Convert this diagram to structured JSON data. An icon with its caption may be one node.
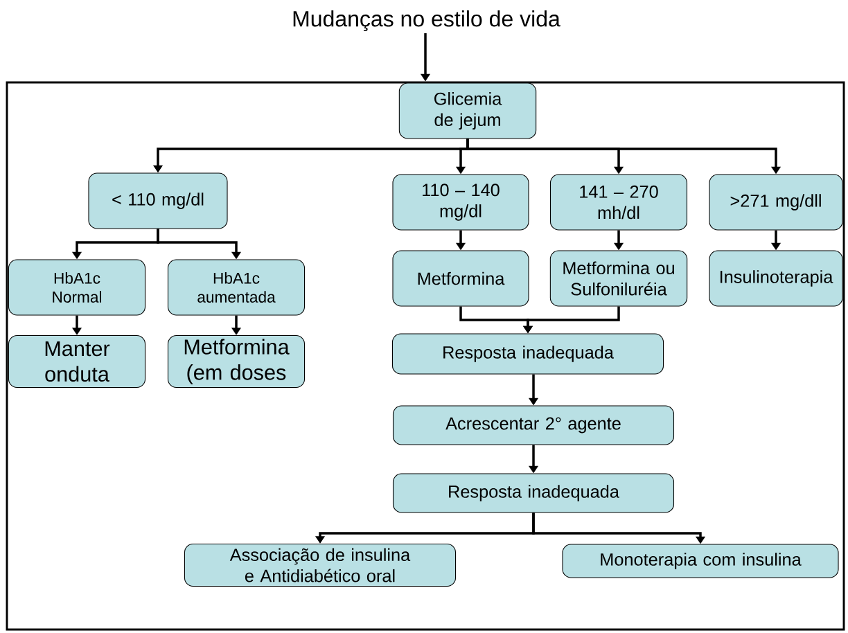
{
  "diagram": {
    "nodes": [
      {
        "text": [
          "Mudanças no estilo de vida"
        ]
      },
      {
        "text": [],
        "shape": "box"
      },
      {
        "text": [
          "Glicemia de jejum"
        ],
        "in": 1
      },
      {
        "text": [
          "< 110 mg/dl"
        ],
        "in": 1
      },
      {
        "text": [
          "110 – 140 mg/dl"
        ],
        "in": 1
      },
      {
        "text": [
          "141 – 270 mh/dl"
        ],
        "in": 1
      },
      {
        "text": [
          ">271 mg/dll"
        ],
        "in": 1
      },
      {
        "text": [
          "HbA1c Normal"
        ],
        "in": 1
      },
      {
        "text": [
          "HbA1c aumentada"
        ],
        "in": 1
      },
      {
        "text": [
          "Metformina"
        ],
        "in": 1
      },
      {
        "text": [
          "Metformina ou Sulfoniluréia"
        ],
        "in": 1
      },
      {
        "text": [
          "Insulinoterapia"
        ],
        "in": 1
      },
      {
        "text": [
          "Manter onduta"
        ],
        "in": 1
      },
      {
        "text": [
          "Metformina (em doses"
        ],
        "in": 1
      },
      {
        "text": [
          "Resposta inadequada"
        ],
        "in": 1
      },
      {
        "text": [
          "Acrescentar 2° agente"
        ],
        "in": 1
      },
      {
        "text": [
          "Resposta inadequada"
        ],
        "in": 1
      },
      {
        "text": [
          "Associação de insulina e Antidiabético oral"
        ],
        "in": 1
      },
      {
        "text": [
          "Monoterapia com insulina"
        ],
        "in": 1
      }
    ],
    "edges": [
      {
        "from": 0,
        "to": 1,
        "arrow": "to"
      },
      {
        "from": 2,
        "to": 3,
        "arrow": "to"
      },
      {
        "from": 2,
        "to": 4,
        "arrow": "to"
      },
      {
        "from": 2,
        "to": 5,
        "arrow": "to"
      },
      {
        "from": 2,
        "to": 6,
        "arrow": "to"
      },
      {
        "from": 3,
        "to": 7,
        "arrow": "to"
      },
      {
        "from": 3,
        "to": 8,
        "arrow": "to"
      },
      {
        "from": 4,
        "to": 9,
        "arrow": "to"
      },
      {
        "from": 5,
        "to": 10,
        "arrow": "to"
      },
      {
        "from": 6,
        "to": 11,
        "arrow": "to"
      },
      {
        "from": 7,
        "to": 12,
        "arrow": "to"
      },
      {
        "from": 8,
        "to": 13,
        "arrow": "to"
      },
      {
        "from": 9,
        "to": 14,
        "arrow": "to"
      },
      {
        "from": 10,
        "to": 14,
        "arrow": "to"
      },
      {
        "from": 14,
        "to": 15,
        "arrow": "to"
      },
      {
        "from": 15,
        "to": 16,
        "arrow": "to"
      },
      {
        "from": 16,
        "to": 17,
        "arrow": "to"
      },
      {
        "from": 16,
        "to": 18,
        "arrow": "to"
      }
    ]
  }
}
